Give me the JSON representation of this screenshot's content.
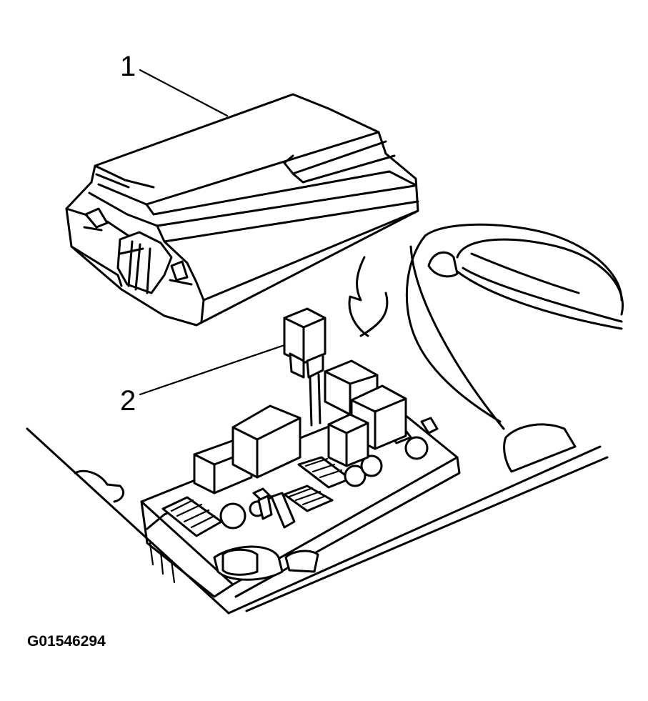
{
  "callouts": [
    {
      "number": "1"
    },
    {
      "number": "2"
    }
  ],
  "figure_id": "G01546294"
}
